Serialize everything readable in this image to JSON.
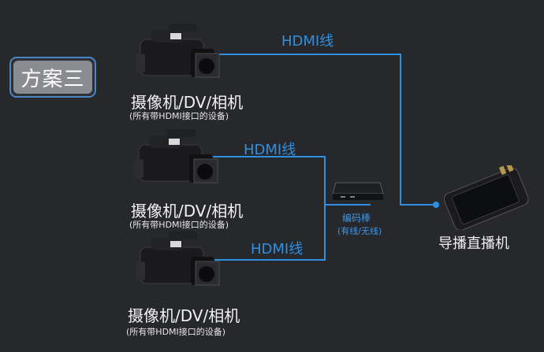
{
  "badge": {
    "label": "方案三"
  },
  "cameras": [
    {
      "label": "摄像机/DV/相机",
      "sub": "(所有带HDMI接口的设备)"
    },
    {
      "label": "摄像机/DV/相机",
      "sub": "(所有带HDMI接口的设备)"
    },
    {
      "label": "摄像机/DV/相机",
      "sub": "(所有带HDMI接口的设备)"
    }
  ],
  "cables": [
    {
      "label": "HDMI线"
    },
    {
      "label": "HDMI线"
    },
    {
      "label": "HDMI线"
    }
  ],
  "encoder": {
    "label": "编码棒",
    "sub": "(有线/无线)"
  },
  "director": {
    "label": "导播直播机"
  },
  "colors": {
    "wire": "#2f8fe0",
    "badge_border": "#4a86c2",
    "background": "#27282b"
  }
}
